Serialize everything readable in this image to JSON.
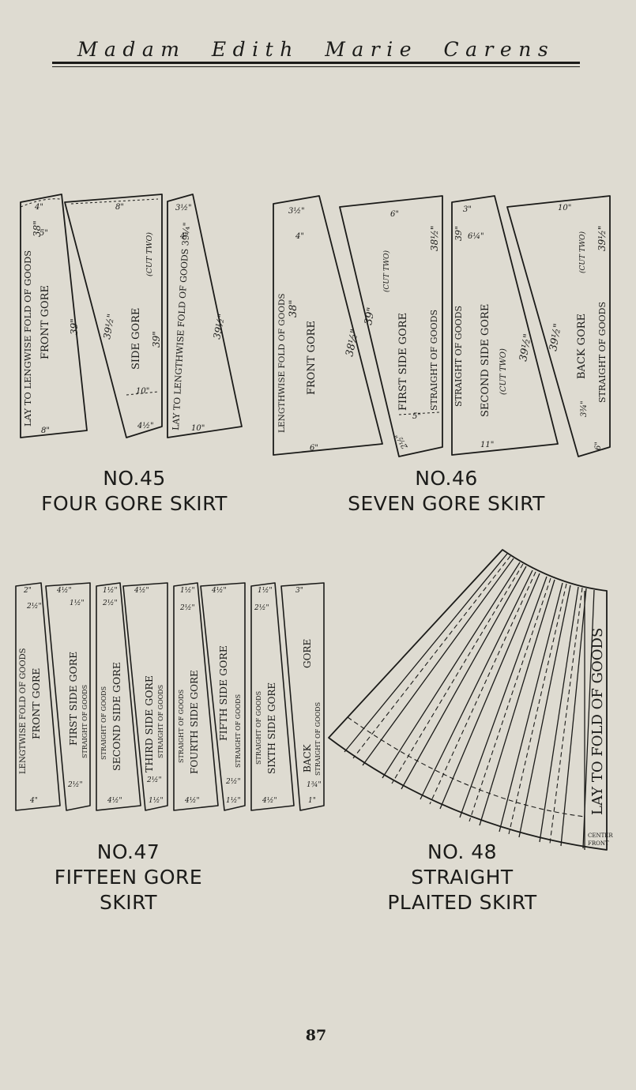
{
  "header": {
    "title": "Madam Edith Marie Carens"
  },
  "page_number": "87",
  "patterns": [
    {
      "number": "NO.45",
      "title": "FOUR GORE SKIRT",
      "pieces": [
        {
          "labels": [
            "LAY TO LENGWISE FOLD OF GOODS",
            "FRONT GORE"
          ],
          "measures": [
            "4\"",
            "5\"",
            "38\"",
            "39\"",
            "8\""
          ]
        },
        {
          "labels": [
            "SIDE GORE",
            "(CUT TWO)"
          ],
          "measures": [
            "8\"",
            "39½\"",
            "39\"",
            "10\"",
            "4½\""
          ]
        },
        {
          "labels": [
            "LAY TO LENGTHWISE FOLD OF GOODS 39¼\"",
            ""
          ],
          "measures": [
            "3½\"",
            "4\"",
            "39½\"",
            "10\""
          ]
        }
      ]
    },
    {
      "number": "NO.46",
      "title": "SEVEN GORE SKIRT",
      "pieces": [
        {
          "labels": [
            "LENGTHWISE FOLD OF GOODS",
            "FRONT GORE"
          ],
          "measures": [
            "3½\"",
            "4\"",
            "38\"",
            "38½\"",
            "6\""
          ]
        },
        {
          "labels": [
            "FIRST SIDE GORE",
            "(CUT TWO)",
            "STRAIGHT OF GOODS"
          ],
          "measures": [
            "6\"",
            "39\"",
            "38½\"",
            "5\"",
            "2½\""
          ]
        },
        {
          "labels": [
            "STRAIGHT OF GOODS",
            "SECOND SIDE GORE",
            "(CUT TWO)"
          ],
          "measures": [
            "3\"",
            "39\"",
            "6¼\"",
            "39½\"",
            "11\""
          ]
        },
        {
          "labels": [
            "BACK GORE",
            "(CUT TWO)",
            "STRAIGHT OF GOODS"
          ],
          "measures": [
            "10\"",
            "39½\"",
            "39½\"",
            "3¾\"",
            "6\""
          ]
        }
      ]
    },
    {
      "number": "NO.47",
      "title": "FIFTEEN GORE SKIRT",
      "pieces": [
        {
          "labels": [
            "LENGTWISE FOLD OF GOODS",
            "FRONT GORE"
          ],
          "measures": [
            "2\"",
            "2½\"",
            "4\""
          ]
        },
        {
          "labels": [
            "FIRST SIDE GORE",
            "STRAIGHT OF GOODS"
          ],
          "measures": [
            "4½\"",
            "1½\"",
            "2½\""
          ]
        },
        {
          "labels": [
            "STRAIGHT OF GOODS",
            "SECOND SIDE GORE"
          ],
          "measures": [
            "1½\"",
            "2½\"",
            "4½\""
          ]
        },
        {
          "labels": [
            "THIRD SIDE GORE",
            "STRAIGHT OF GOODS"
          ],
          "measures": [
            "4½\"",
            "2½\"",
            "1½\""
          ]
        },
        {
          "labels": [
            "STRAIGHT OF GOODS",
            "FOURTH SIDE GORE"
          ],
          "measures": [
            "1½\"",
            "2½\"",
            "4½\""
          ]
        },
        {
          "labels": [
            "FIFTH SIDE GORE",
            "STRAIGHT OF GOODS"
          ],
          "measures": [
            "4½\"",
            "2½\"",
            "1½\""
          ]
        },
        {
          "labels": [
            "STRAIGHT OF GOODS",
            "SIXTH SIDE GORE"
          ],
          "measures": [
            "1½\"",
            "2½\"",
            "4½\""
          ]
        },
        {
          "labels": [
            "BACK",
            "GORE",
            "STRAIGHT OF GOODS"
          ],
          "measures": [
            "3\"",
            "1¾\"",
            "1\""
          ]
        }
      ]
    },
    {
      "number": "NO. 48",
      "title": "STRAIGHT PLAITED SKIRT",
      "pieces": [
        {
          "labels": [
            "LAY TO FOLD OF GOODS",
            "CENTER",
            "FRONT"
          ],
          "measures": []
        }
      ]
    }
  ]
}
